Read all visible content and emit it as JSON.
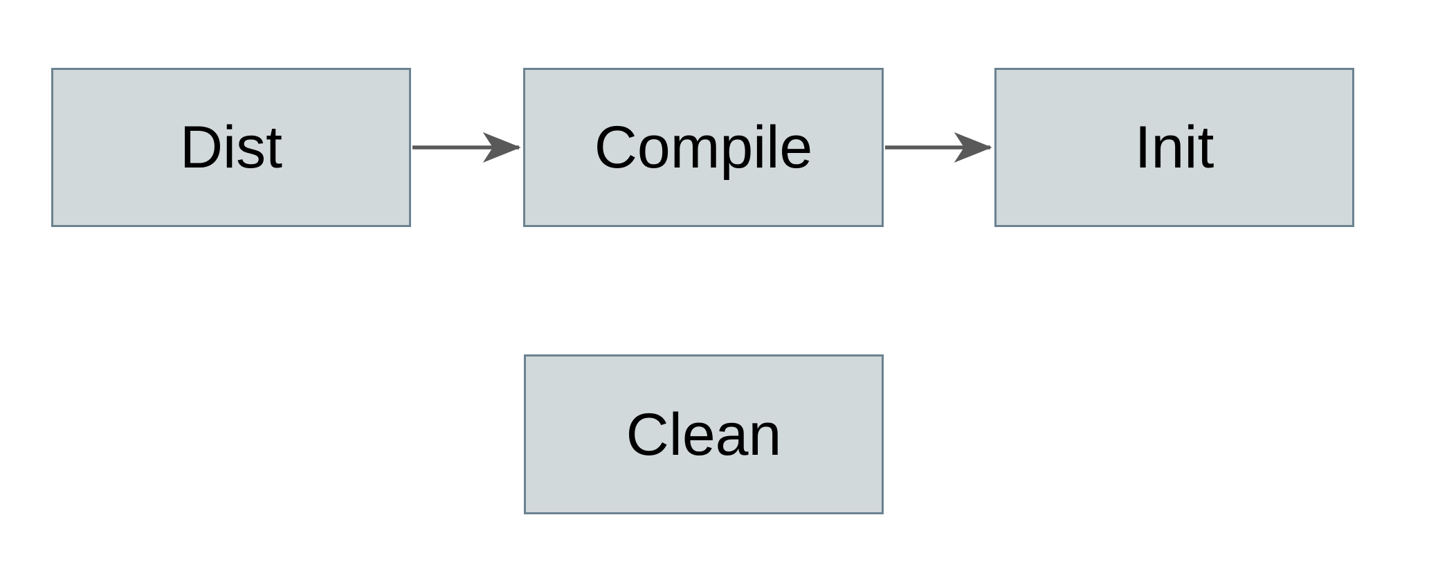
{
  "diagram": {
    "nodes": [
      {
        "id": "dist",
        "label": "Dist"
      },
      {
        "id": "compile",
        "label": "Compile"
      },
      {
        "id": "init",
        "label": "Init"
      },
      {
        "id": "clean",
        "label": "Clean"
      }
    ],
    "edges": [
      {
        "from": "dist",
        "to": "compile"
      },
      {
        "from": "compile",
        "to": "init"
      }
    ],
    "colors": {
      "background": "#ffffff",
      "node_fill": "#d2d9db",
      "node_border": "#6b8290",
      "arrow": "#595959",
      "text": "#000000"
    }
  }
}
